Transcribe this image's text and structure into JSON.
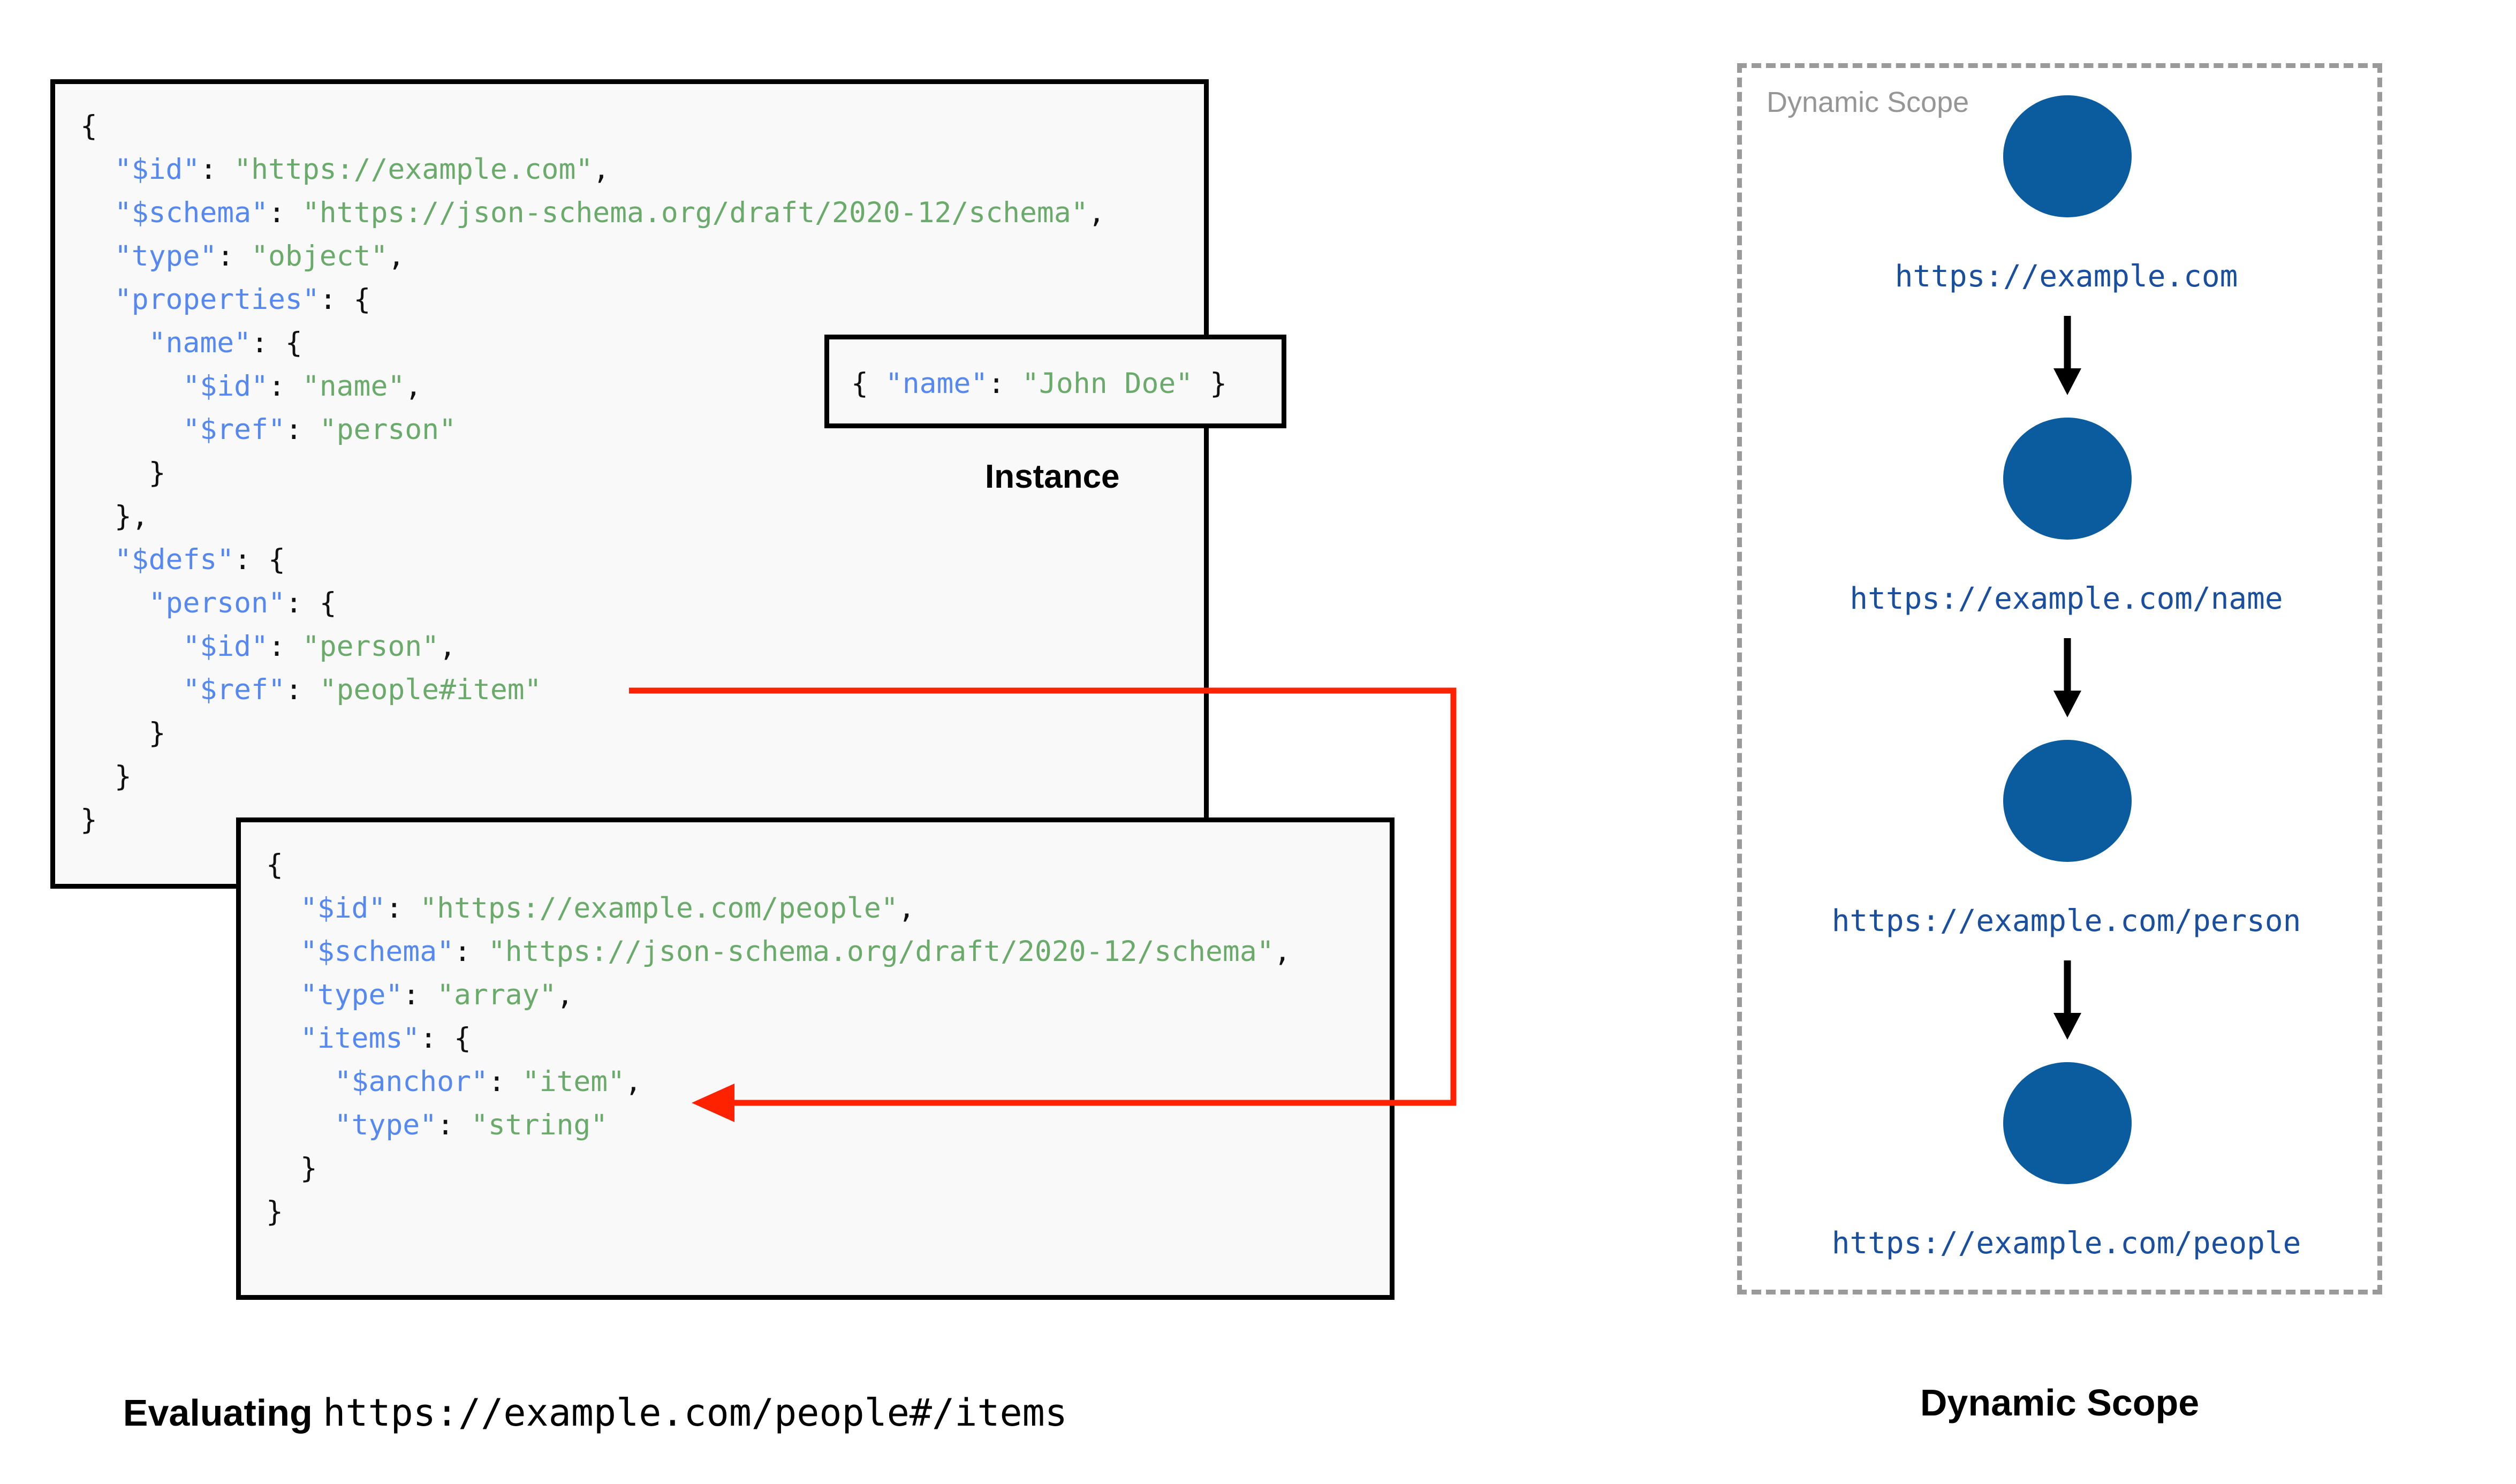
{
  "colors": {
    "key": "#5588f0",
    "string": "#6aaa6a",
    "punct": "#111111",
    "box_border": "#000000",
    "box_fill": "#f9f9f9",
    "arrow_red": "#ff2200",
    "node_fill": "#0a5c9e",
    "node_label": "#1a4fa0",
    "dashed_border": "#9a9a9a",
    "scope_label": "#969696"
  },
  "root_schema": {
    "lines": [
      [
        {
          "t": "{",
          "c": "p"
        }
      ],
      [
        {
          "t": "  ",
          "c": "p"
        },
        {
          "t": "\"$id\"",
          "c": "k"
        },
        {
          "t": ": ",
          "c": "p"
        },
        {
          "t": "\"https://example.com\"",
          "c": "s"
        },
        {
          "t": ",",
          "c": "p"
        }
      ],
      [
        {
          "t": "  ",
          "c": "p"
        },
        {
          "t": "\"$schema\"",
          "c": "k"
        },
        {
          "t": ": ",
          "c": "p"
        },
        {
          "t": "\"https://json-schema.org/draft/2020-12/schema\"",
          "c": "s"
        },
        {
          "t": ",",
          "c": "p"
        }
      ],
      [
        {
          "t": "  ",
          "c": "p"
        },
        {
          "t": "\"type\"",
          "c": "k"
        },
        {
          "t": ": ",
          "c": "p"
        },
        {
          "t": "\"object\"",
          "c": "s"
        },
        {
          "t": ",",
          "c": "p"
        }
      ],
      [
        {
          "t": "  ",
          "c": "p"
        },
        {
          "t": "\"properties\"",
          "c": "k"
        },
        {
          "t": ": {",
          "c": "p"
        }
      ],
      [
        {
          "t": "    ",
          "c": "p"
        },
        {
          "t": "\"name\"",
          "c": "k"
        },
        {
          "t": ": {",
          "c": "p"
        }
      ],
      [
        {
          "t": "      ",
          "c": "p"
        },
        {
          "t": "\"$id\"",
          "c": "k"
        },
        {
          "t": ": ",
          "c": "p"
        },
        {
          "t": "\"name\"",
          "c": "s"
        },
        {
          "t": ",",
          "c": "p"
        }
      ],
      [
        {
          "t": "      ",
          "c": "p"
        },
        {
          "t": "\"$ref\"",
          "c": "k"
        },
        {
          "t": ": ",
          "c": "p"
        },
        {
          "t": "\"person\"",
          "c": "s"
        }
      ],
      [
        {
          "t": "    }",
          "c": "p"
        }
      ],
      [
        {
          "t": "  },",
          "c": "p"
        }
      ],
      [
        {
          "t": "  ",
          "c": "p"
        },
        {
          "t": "\"$defs\"",
          "c": "k"
        },
        {
          "t": ": {",
          "c": "p"
        }
      ],
      [
        {
          "t": "    ",
          "c": "p"
        },
        {
          "t": "\"person\"",
          "c": "k"
        },
        {
          "t": ": {",
          "c": "p"
        }
      ],
      [
        {
          "t": "      ",
          "c": "p"
        },
        {
          "t": "\"$id\"",
          "c": "k"
        },
        {
          "t": ": ",
          "c": "p"
        },
        {
          "t": "\"person\"",
          "c": "s"
        },
        {
          "t": ",",
          "c": "p"
        }
      ],
      [
        {
          "t": "      ",
          "c": "p"
        },
        {
          "t": "\"$ref\"",
          "c": "k"
        },
        {
          "t": ": ",
          "c": "p"
        },
        {
          "t": "\"people#item\"",
          "c": "s"
        }
      ],
      [
        {
          "t": "    }",
          "c": "p"
        }
      ],
      [
        {
          "t": "  }",
          "c": "p"
        }
      ],
      [
        {
          "t": "}",
          "c": "p"
        }
      ]
    ]
  },
  "people_schema": {
    "lines": [
      [
        {
          "t": "{",
          "c": "p"
        }
      ],
      [
        {
          "t": "  ",
          "c": "p"
        },
        {
          "t": "\"$id\"",
          "c": "k"
        },
        {
          "t": ": ",
          "c": "p"
        },
        {
          "t": "\"https://example.com/people\"",
          "c": "s"
        },
        {
          "t": ",",
          "c": "p"
        }
      ],
      [
        {
          "t": "  ",
          "c": "p"
        },
        {
          "t": "\"$schema\"",
          "c": "k"
        },
        {
          "t": ": ",
          "c": "p"
        },
        {
          "t": "\"https://json-schema.org/draft/2020-12/schema\"",
          "c": "s"
        },
        {
          "t": ",",
          "c": "p"
        }
      ],
      [
        {
          "t": "  ",
          "c": "p"
        },
        {
          "t": "\"type\"",
          "c": "k"
        },
        {
          "t": ": ",
          "c": "p"
        },
        {
          "t": "\"array\"",
          "c": "s"
        },
        {
          "t": ",",
          "c": "p"
        }
      ],
      [
        {
          "t": "  ",
          "c": "p"
        },
        {
          "t": "\"items\"",
          "c": "k"
        },
        {
          "t": ": {",
          "c": "p"
        }
      ],
      [
        {
          "t": "    ",
          "c": "p"
        },
        {
          "t": "\"$anchor\"",
          "c": "k"
        },
        {
          "t": ": ",
          "c": "p"
        },
        {
          "t": "\"item\"",
          "c": "s"
        },
        {
          "t": ",",
          "c": "p"
        }
      ],
      [
        {
          "t": "    ",
          "c": "p"
        },
        {
          "t": "\"type\"",
          "c": "k"
        },
        {
          "t": ": ",
          "c": "p"
        },
        {
          "t": "\"string\"",
          "c": "s"
        }
      ],
      [
        {
          "t": "  }",
          "c": "p"
        }
      ],
      [
        {
          "t": "}",
          "c": "p"
        }
      ]
    ]
  },
  "instance": {
    "caption": "Instance",
    "lines": [
      [
        {
          "t": "{ ",
          "c": "p"
        },
        {
          "t": "\"name\"",
          "c": "k"
        },
        {
          "t": ": ",
          "c": "p"
        },
        {
          "t": "\"John Doe\"",
          "c": "s"
        },
        {
          "t": " }",
          "c": "p"
        }
      ]
    ]
  },
  "dynamic_scope": {
    "frame_label": "Dynamic Scope",
    "caption": "Dynamic Scope",
    "nodes": [
      {
        "label": "https://example.com"
      },
      {
        "label": "https://example.com/name"
      },
      {
        "label": "https://example.com/person"
      },
      {
        "label": "https://example.com/people"
      }
    ]
  },
  "evaluating_caption": {
    "lead": "Evaluating ",
    "uri": "https://example.com/people#/items"
  }
}
